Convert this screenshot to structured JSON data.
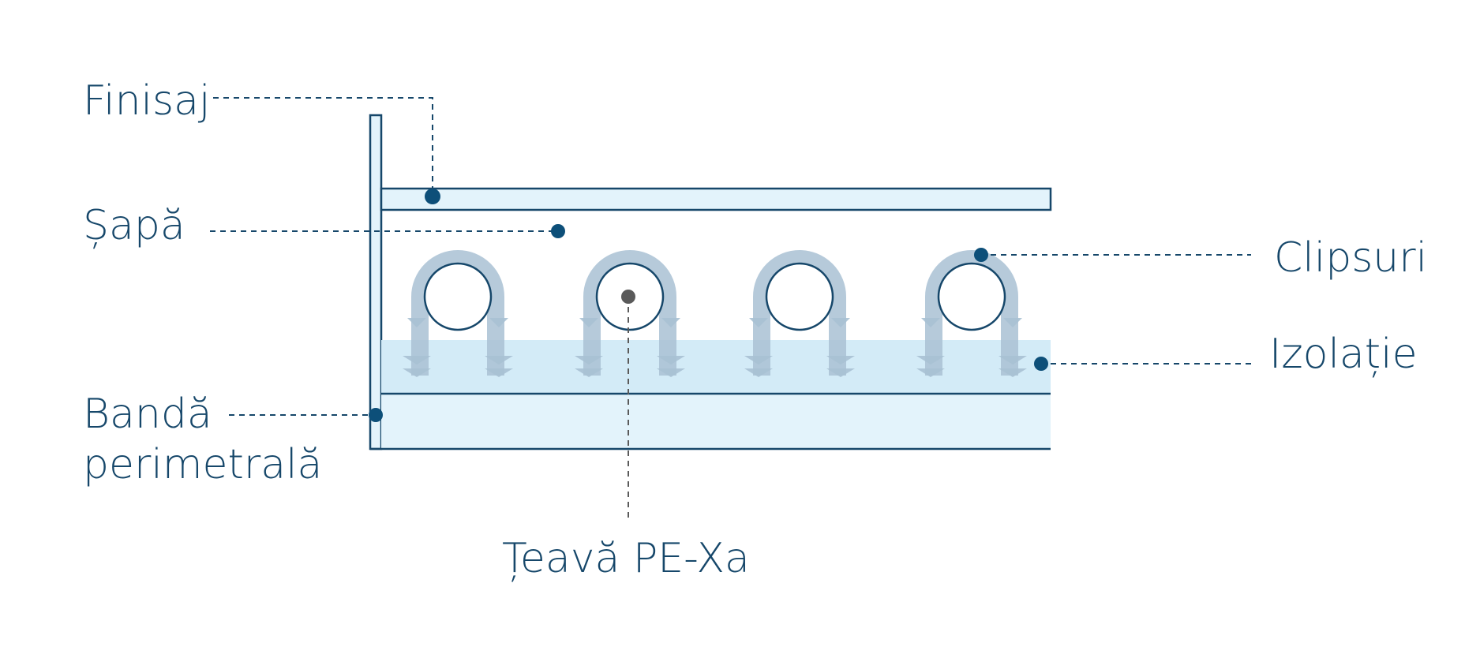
{
  "labels": {
    "finisaj": "Finisaj",
    "sapa": "Șapă",
    "banda_line1": "Bandă",
    "banda_line2": "perimetrală",
    "clipsuri": "Clipsuri",
    "izolatie": "Izolație",
    "teava": "Țeavă PE-Xa"
  },
  "pipe_count": 4,
  "colors": {
    "outline": "#16476a",
    "dot": "#0d4f79",
    "pipe_dot": "#5a5a5a",
    "leader_line": "#16476a",
    "layer_fill": "#e3f3fb",
    "insulation_fill": "#d3ebf7",
    "clip_fill": "#a9c1d3"
  }
}
